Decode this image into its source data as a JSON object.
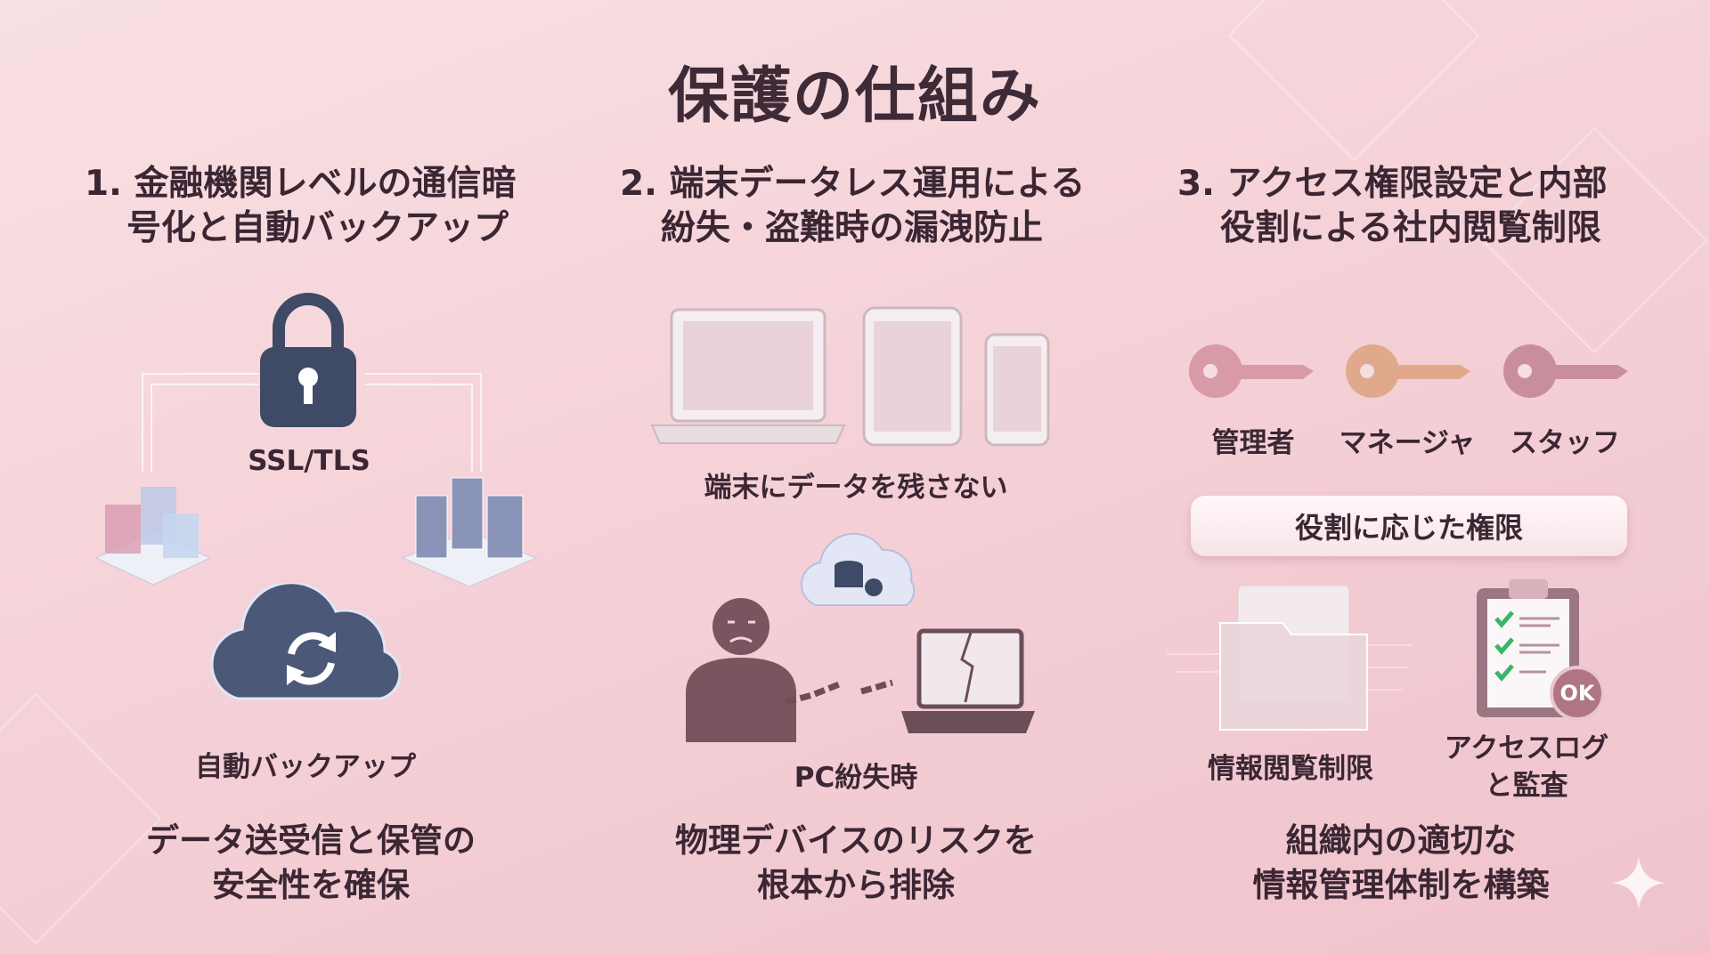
{
  "title": "保護の仕組み",
  "columns": [
    {
      "heading": [
        "1. 金融機関レベルの通信暗",
        "号化と自動バックアップ"
      ],
      "icon_labels": {
        "lock": "SSL/TLS",
        "cloud": "自動バックアップ"
      },
      "summary": [
        "データ送受信と保管の",
        "安全性を確保"
      ]
    },
    {
      "heading": [
        "2. 端末データレス運用による",
        "紛失・盗難時の漏洩防止"
      ],
      "icon_labels": {
        "devices": "端末にデータを残さない",
        "loss": "PC紛失時"
      },
      "summary": [
        "物理デバイスのリスクを",
        "根本から排除"
      ]
    },
    {
      "heading": [
        "3. アクセス権限設定と内部",
        "役割による社内閲覧制限"
      ],
      "roles": [
        "管理者",
        "マネージャ",
        "スタッフ"
      ],
      "role_box": "役割に応じた権限",
      "icon_labels": {
        "folder": "情報閲覧制限",
        "audit": [
          "アクセスログ",
          "と監査"
        ],
        "ok_badge": "OK"
      },
      "summary": [
        "組織内の適切な",
        "情報管理体制を構築"
      ]
    }
  ],
  "colors": {
    "text": "#3b2733",
    "lock": "#3e4a66",
    "key_pink": "#d99aa7",
    "key_gold": "#e0a98c",
    "key_rose": "#c98e9c"
  }
}
